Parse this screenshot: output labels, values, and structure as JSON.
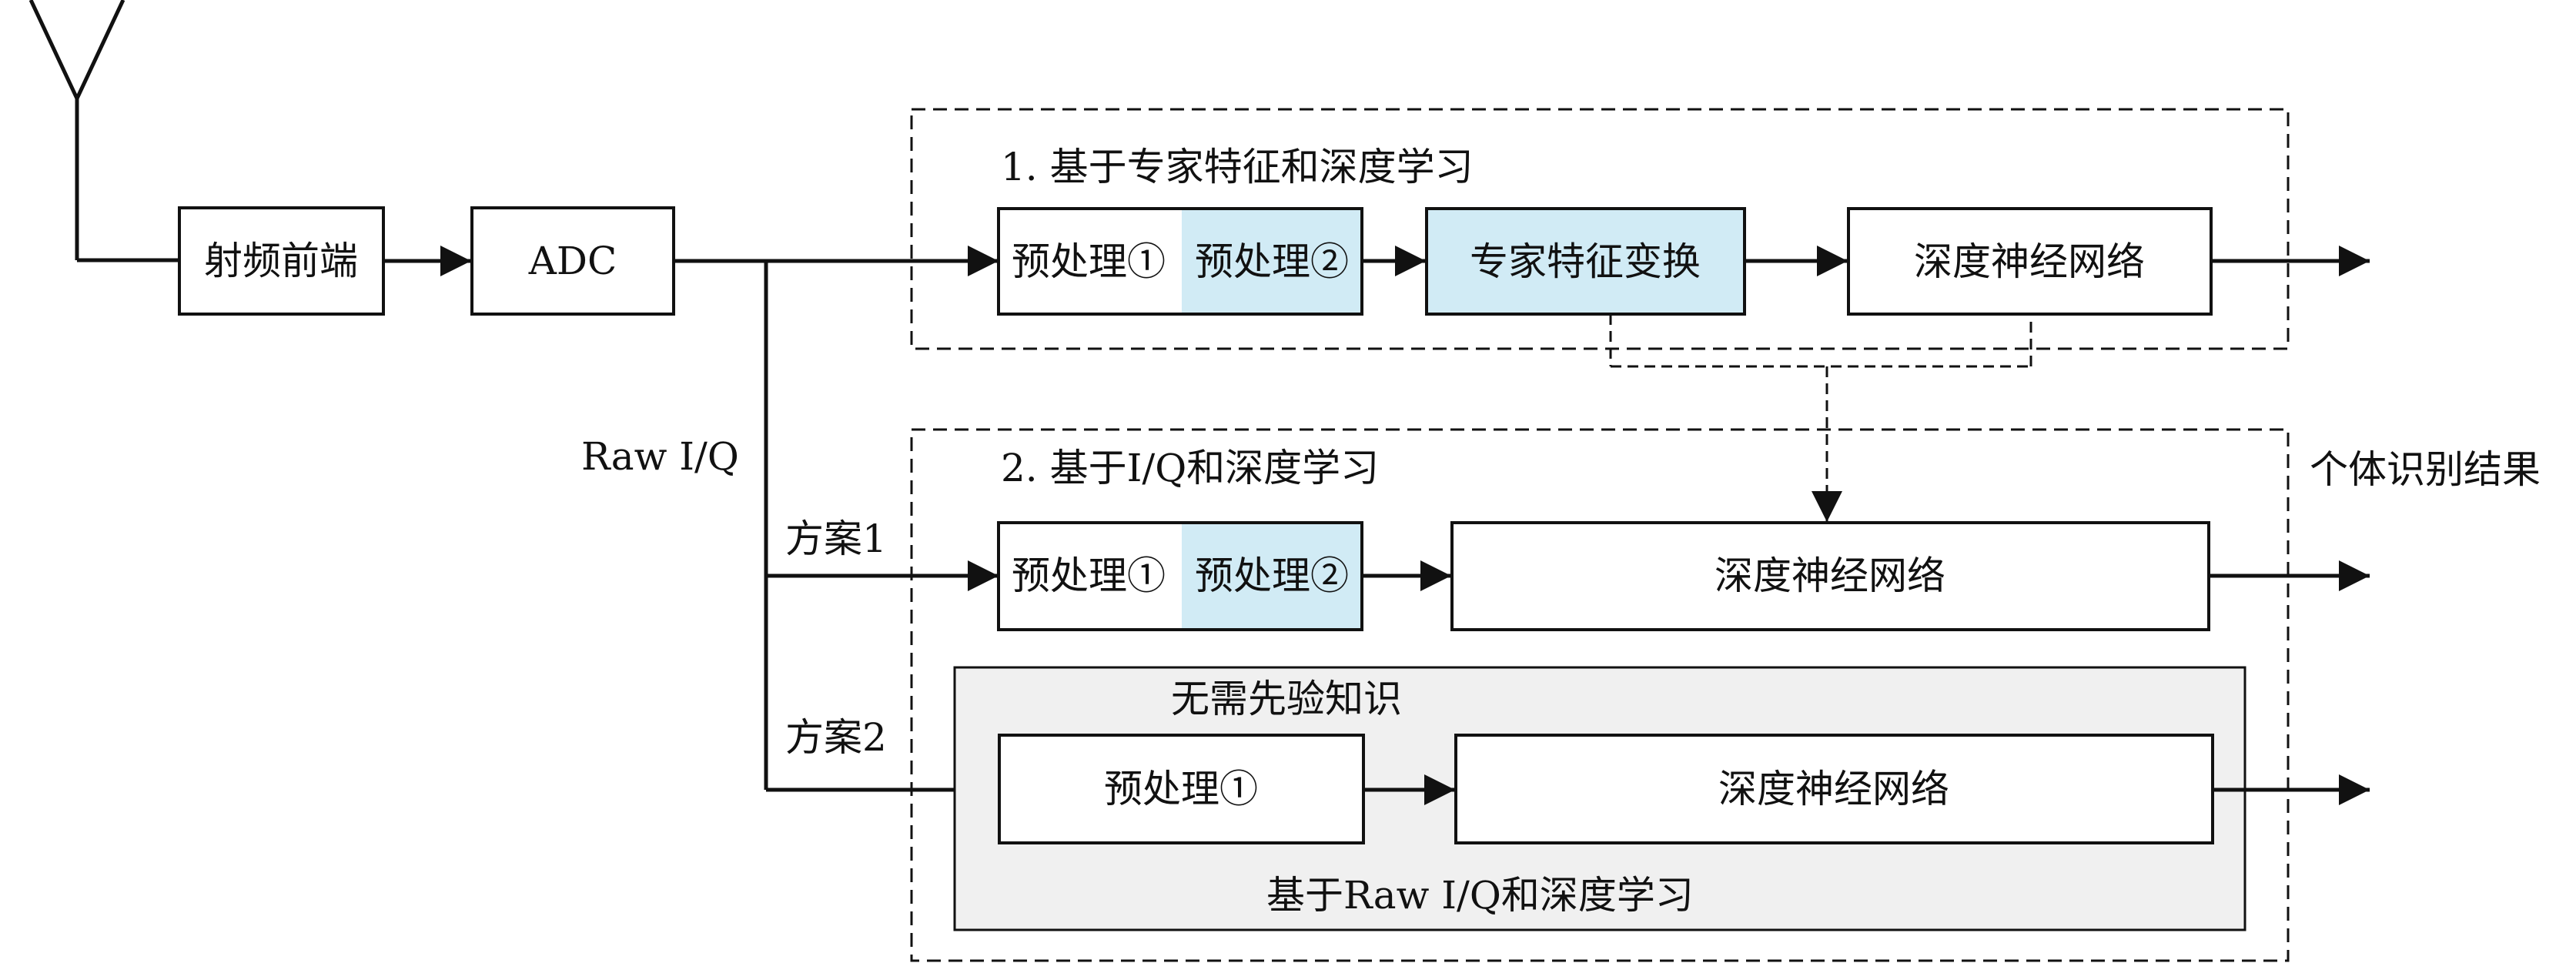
{
  "blocks": {
    "rf_frontend": "射频前端",
    "adc": "ADC",
    "raw_iq": "Raw I/Q"
  },
  "scheme_labels": {
    "scheme1": "方案1",
    "scheme2": "方案2"
  },
  "group1": {
    "title": "1. 基于专家特征和深度学习",
    "preprocess1": "预处理①",
    "preprocess2": "预处理②",
    "expert_feature": "专家特征变换",
    "dnn": "深度神经网络"
  },
  "group2": {
    "title": "2. 基于I/Q和深度学习",
    "preprocess1": "预处理①",
    "preprocess2": "预处理②",
    "dnn": "深度神经网络"
  },
  "group3": {
    "top_note": "无需先验知识",
    "preprocess1": "预处理①",
    "dnn": "深度神经网络",
    "bottom_note": "基于Raw I/Q和深度学习"
  },
  "output_label": "个体识别结果",
  "colors": {
    "highlight_fill": "#d1ebf5",
    "gray_panel_fill": "#f0f0f0",
    "line": "#111111"
  }
}
